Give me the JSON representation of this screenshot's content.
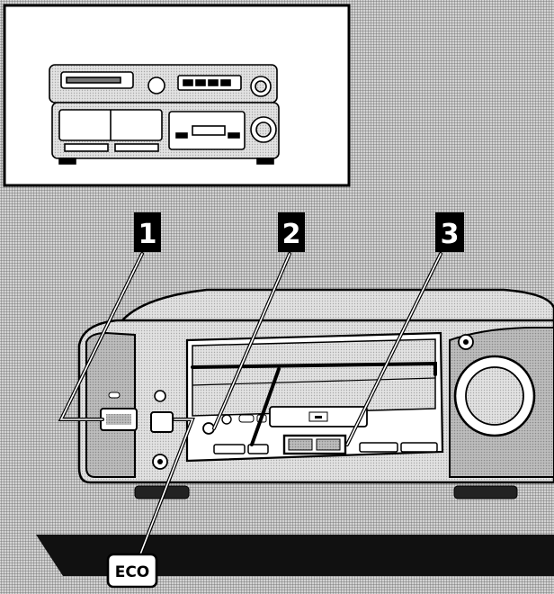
{
  "steps": [
    {
      "id": "step-1",
      "label": "1"
    },
    {
      "id": "step-2",
      "label": "2"
    },
    {
      "id": "step-3",
      "label": "3"
    }
  ],
  "eco_label": "ECO",
  "colors": {
    "background": "#c4c4c4",
    "outline": "#000000",
    "panel": "#ffffff",
    "badge": "#000000"
  },
  "icons": [
    "stereo-system-icon",
    "receiver-front-panel-icon"
  ]
}
